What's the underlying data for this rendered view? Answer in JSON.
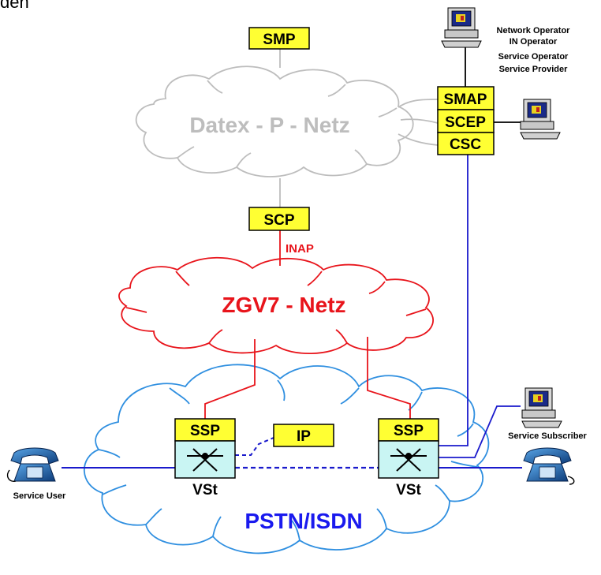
{
  "partial_heading": "den",
  "networks": {
    "datex": "Datex - P - Netz",
    "zgv7": "ZGV7 - Netz",
    "pstn": "PSTN/ISDN"
  },
  "nodes": {
    "smp": "SMP",
    "smap": "SMAP",
    "scep": "SCEP",
    "csc": "CSC",
    "scp": "SCP",
    "ssp_left": "SSP",
    "ssp_right": "SSP",
    "ip": "IP",
    "vst_left": "VSt",
    "vst_right": "VSt"
  },
  "protocol_label": "INAP",
  "operators": [
    "Network Operator",
    "IN Operator",
    "Service Operator",
    "Service Provider"
  ],
  "service_user": "Service User",
  "service_subscriber": "Service Subscriber",
  "colors": {
    "datex_cloud": "#bdbdbd",
    "zgv7_cloud": "#e8141b",
    "pstn_cloud": "#2f8fe0",
    "box_fill": "#ffff33",
    "switch_fill": "#c9f5f3",
    "link_blue": "#1a1acc",
    "pstn_text": "#1a1aee"
  }
}
